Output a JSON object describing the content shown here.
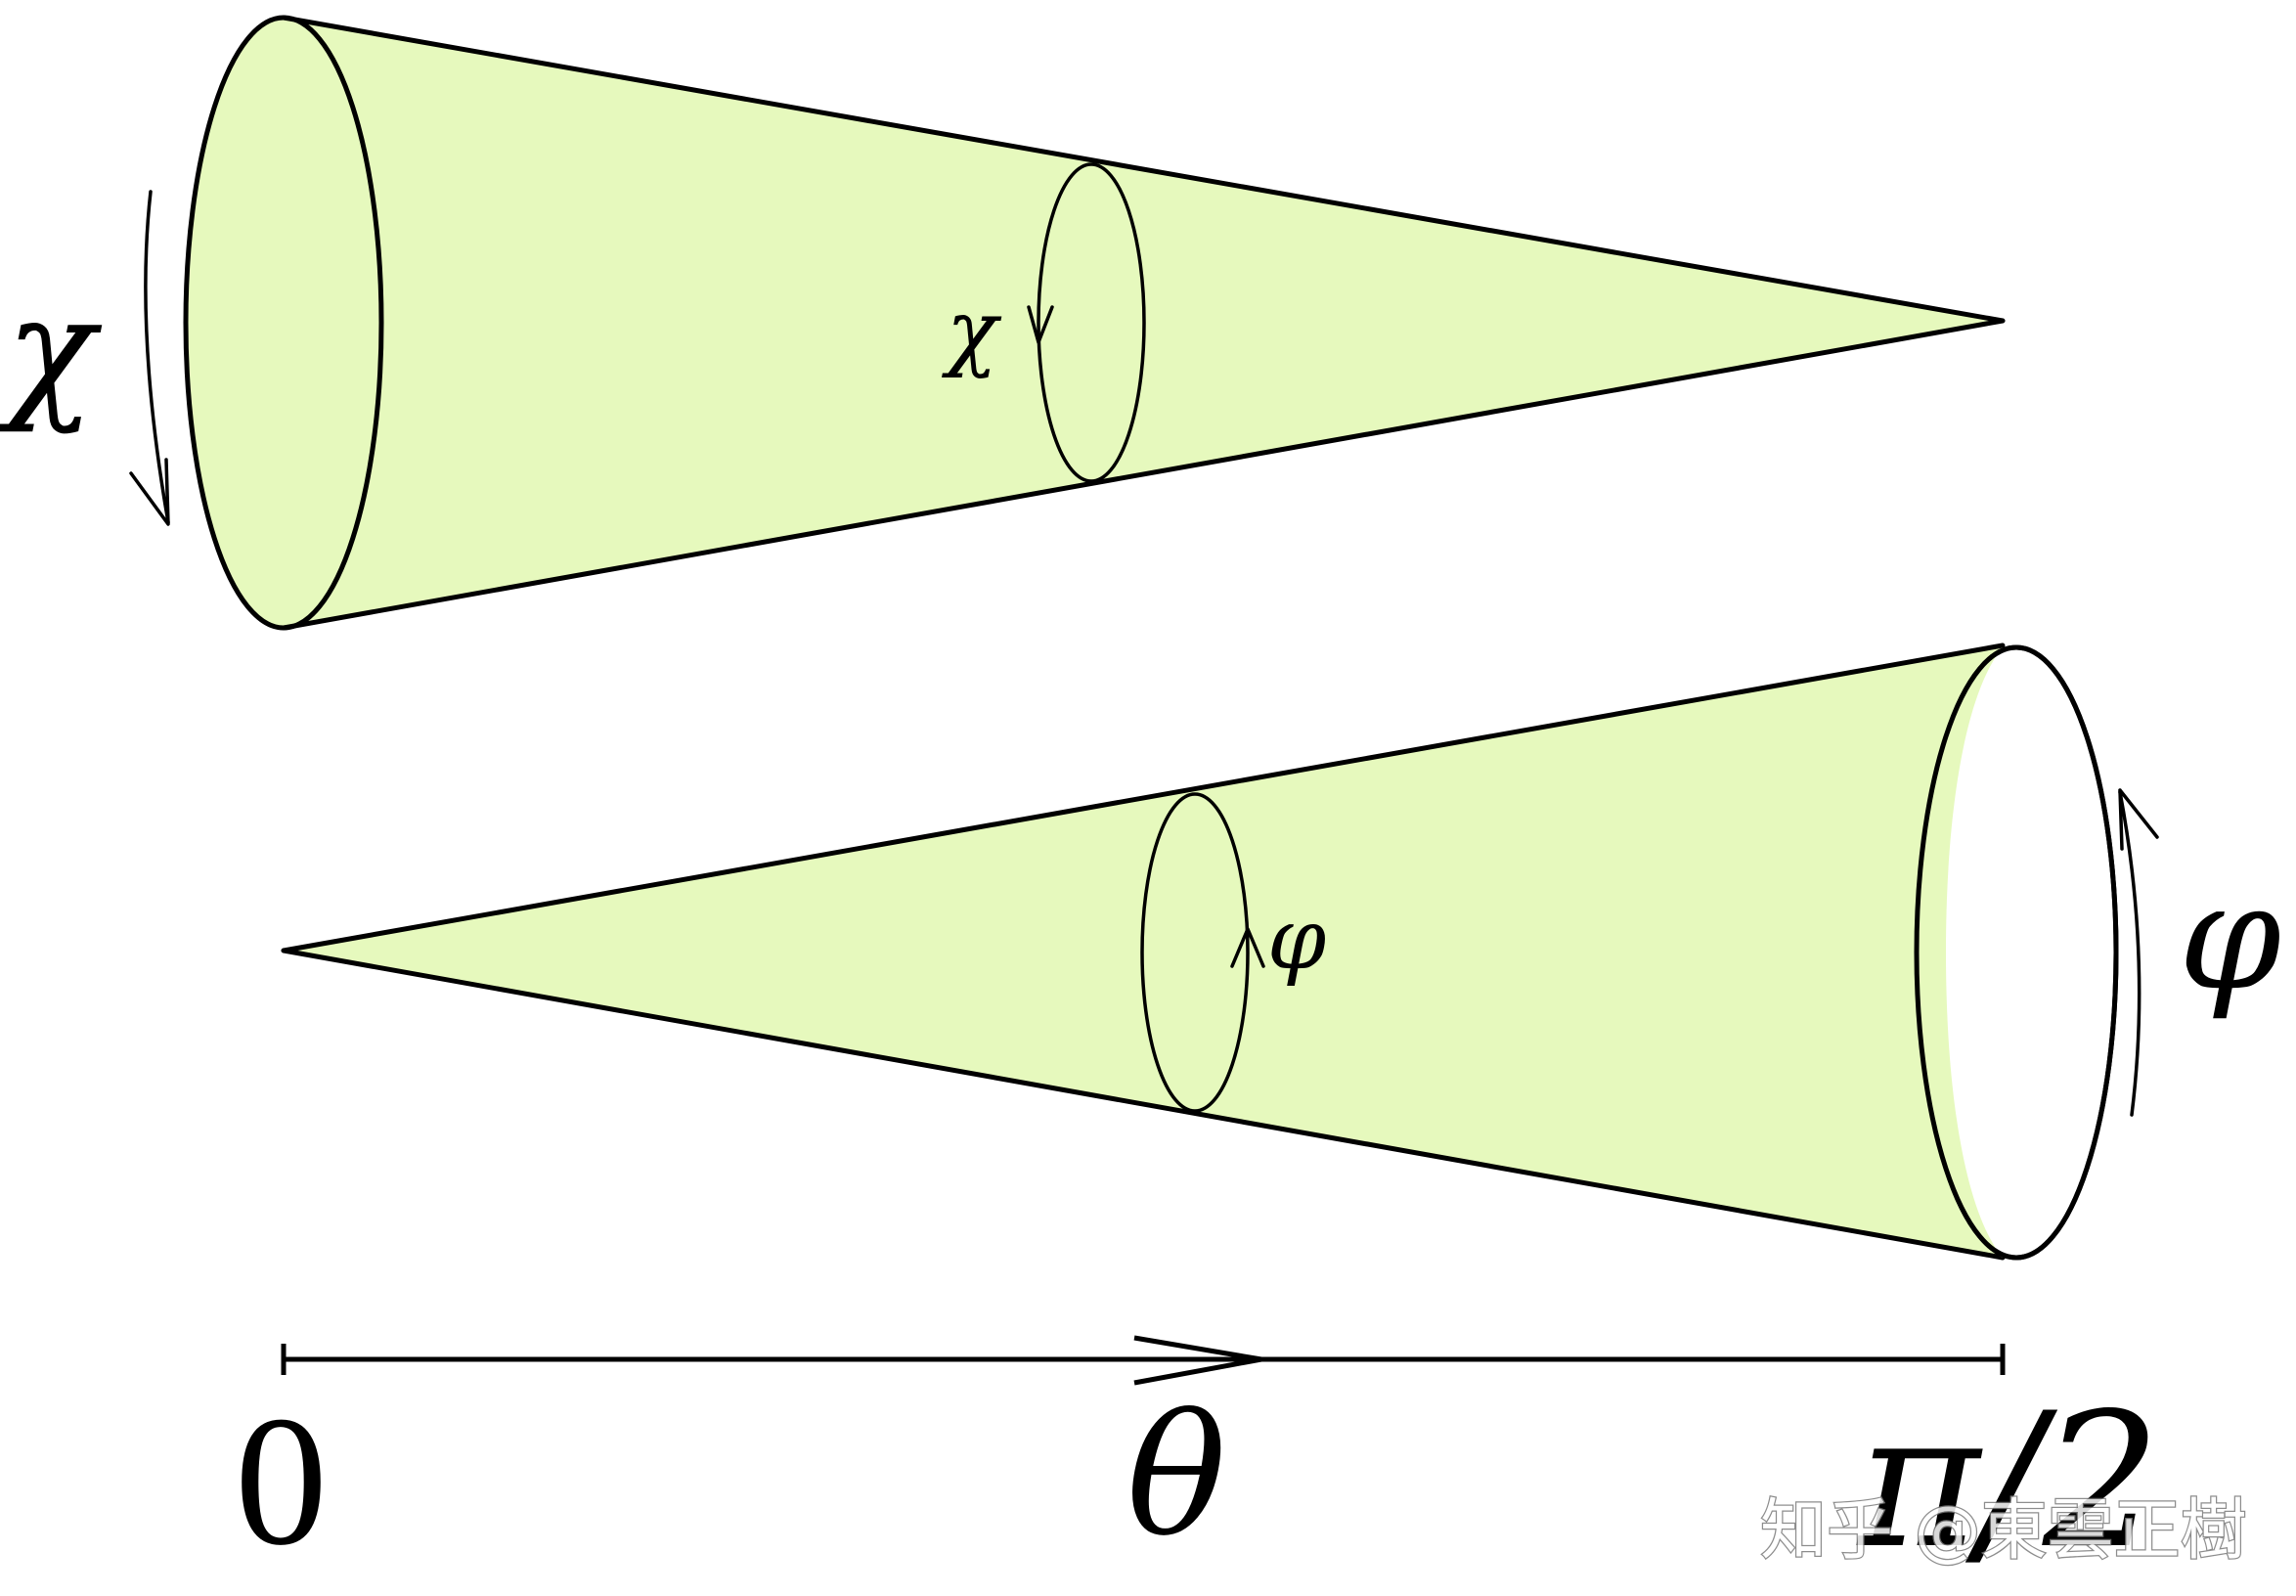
{
  "labels": {
    "chi_large": "χ",
    "chi_small": "χ",
    "phi_small": "φ",
    "phi_large": "φ",
    "origin": "0",
    "theta": "θ",
    "end": "π/2"
  },
  "watermark": "知乎 @東雲正樹",
  "colors": {
    "cone_fill": "#e6f9bd",
    "stroke": "#000000"
  }
}
